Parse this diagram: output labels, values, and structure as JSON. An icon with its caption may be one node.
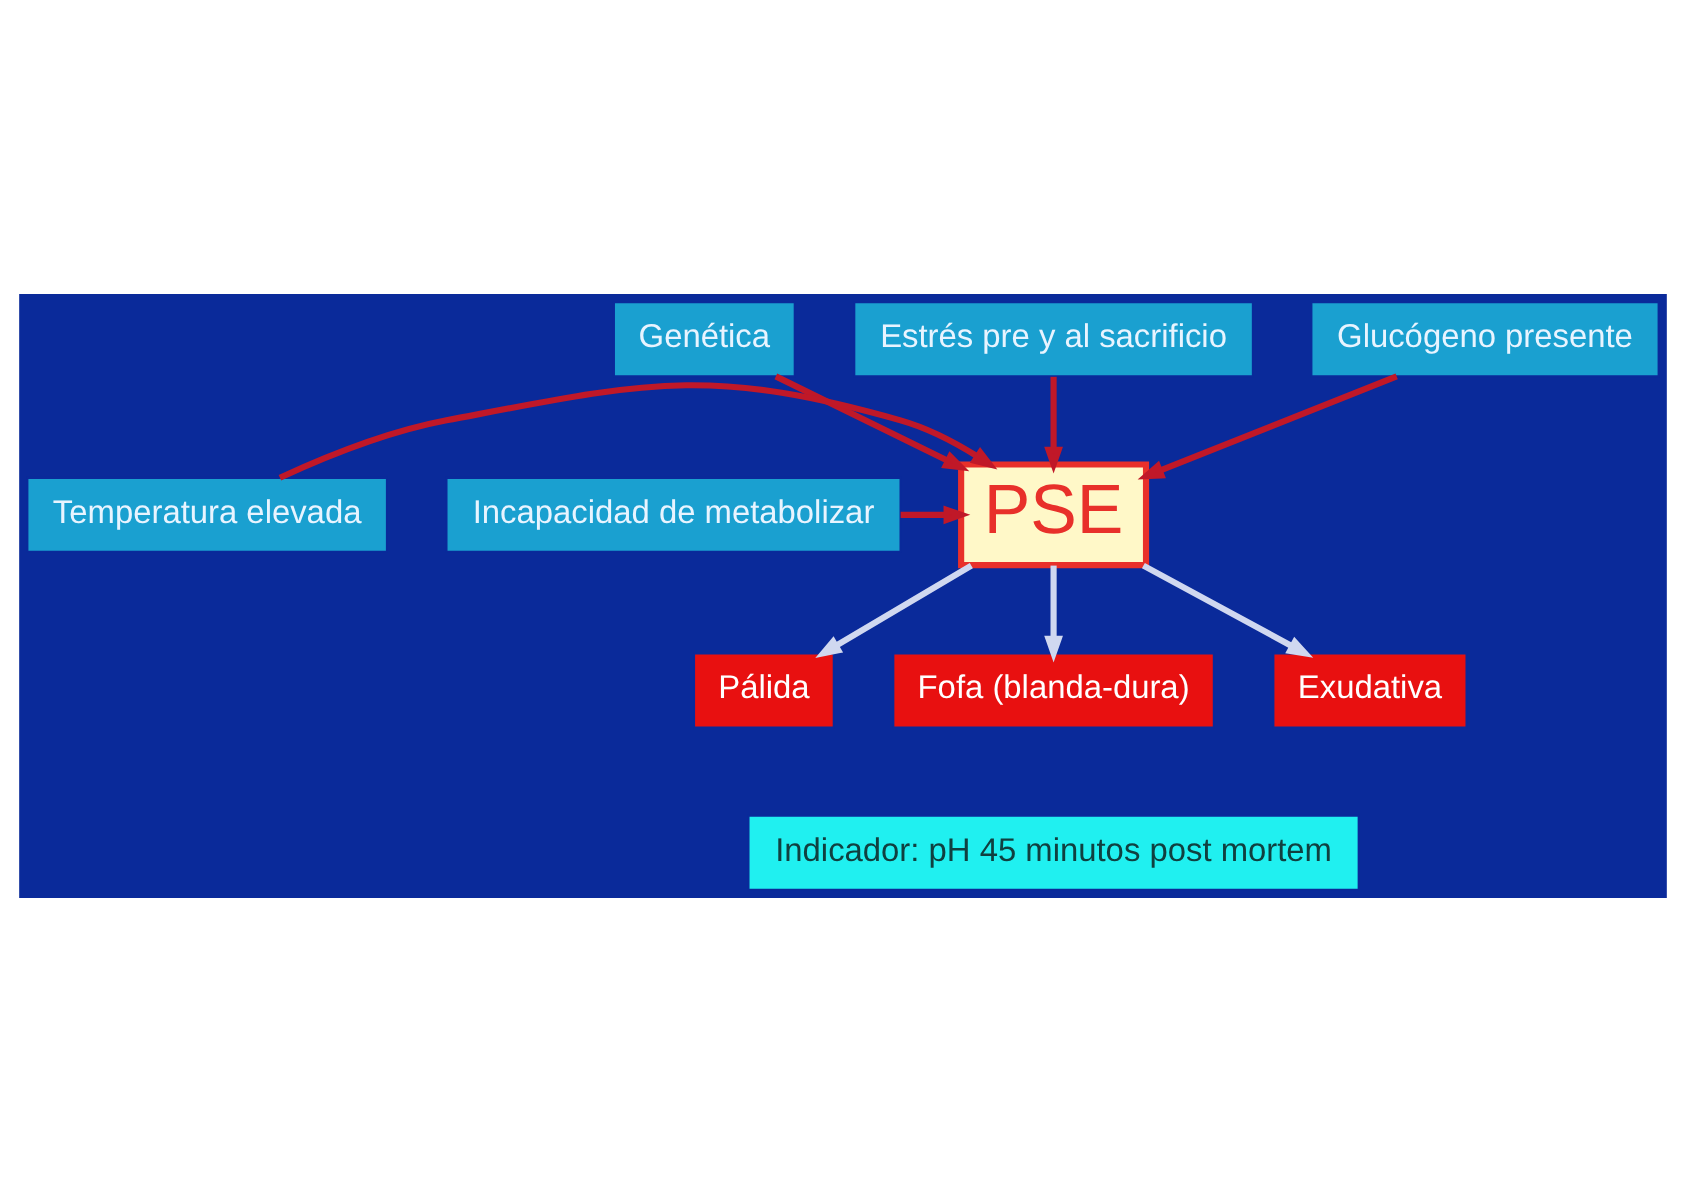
{
  "diagram": {
    "nodes": [
      {
        "text": [
          "Genética"
        ]
      },
      {
        "text": [
          "Estrés pre y al sacrificio"
        ]
      },
      {
        "text": [
          "Glucógeno presente"
        ]
      },
      {
        "text": [
          "Temperatura elevada"
        ]
      },
      {
        "text": [
          "PSE"
        ]
      },
      {
        "text": [
          "Incapacidad de metabolizar"
        ]
      },
      {
        "text": [
          "Pálida"
        ]
      },
      {
        "text": [
          "Fofa (blanda-dura)"
        ]
      },
      {
        "text": [
          "Exudativa"
        ]
      },
      {
        "text": [
          "Indicador: pH 45 minutos post mortem"
        ]
      }
    ],
    "edges": [
      {
        "from": 0,
        "to": 4,
        "arrow": "to"
      },
      {
        "from": 1,
        "to": 4,
        "arrow": "to"
      },
      {
        "from": 2,
        "to": 4,
        "arrow": "to"
      },
      {
        "from": 3,
        "to": 4,
        "arrow": "to"
      },
      {
        "from": 5,
        "to": 4,
        "arrow": "to"
      },
      {
        "from": 4,
        "to": 6,
        "arrow": "to",
        "color": "#d0d8f0"
      },
      {
        "from": 4,
        "to": 7,
        "arrow": "to",
        "color": "#d0d8f0"
      },
      {
        "from": 4,
        "to": 8,
        "arrow": "to",
        "color": "#d0d8f0"
      }
    ]
  }
}
